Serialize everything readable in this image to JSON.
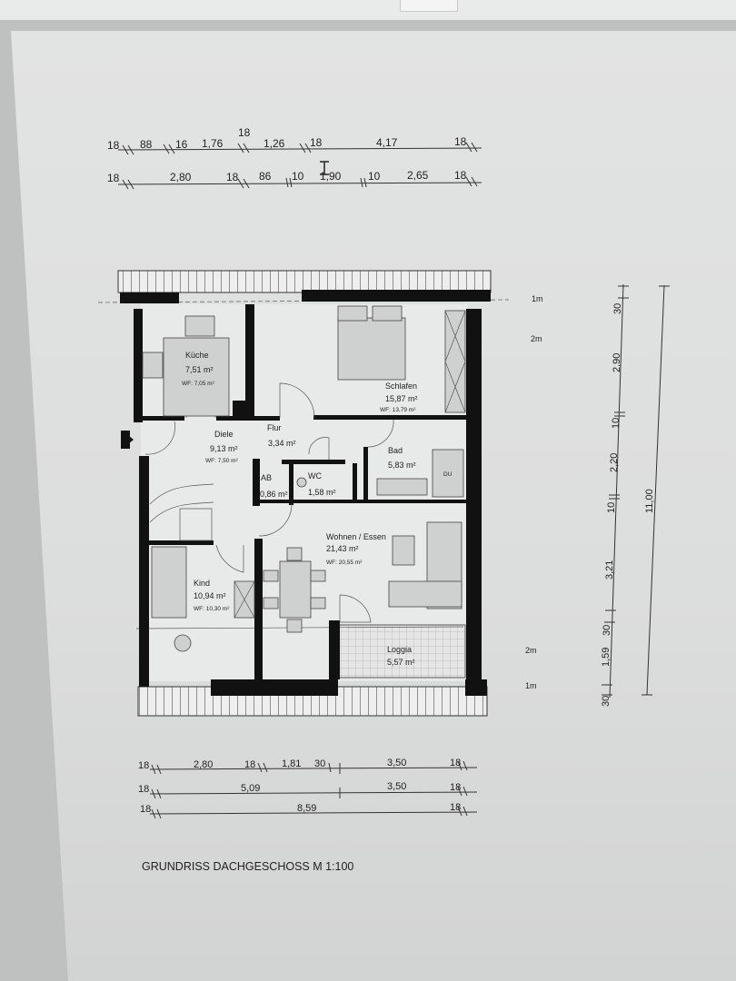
{
  "title": "GRUNDRISS DACHGESCHOSS M 1:100",
  "dimensions_top": {
    "row1": [
      "18",
      "88",
      "16",
      "1,76",
      "18",
      "1,26",
      "18",
      "4,17",
      "18"
    ],
    "row2": [
      "18",
      "2,80",
      "18",
      "86",
      "10",
      "1,90",
      "10",
      "2,65",
      "18"
    ]
  },
  "dimensions_bottom": {
    "row1": [
      "18",
      "2,80",
      "18",
      "1,81",
      "30",
      "3,50",
      "18"
    ],
    "row2": [
      "18",
      "5,09",
      "3,50",
      "18"
    ],
    "row3": [
      "18",
      "8,59",
      "18"
    ]
  },
  "dimensions_right": {
    "chain": [
      "30",
      "2,90",
      "10",
      "2,20",
      "10",
      "3,21",
      "30",
      "1,59",
      "30"
    ],
    "total": "11,00"
  },
  "height_markers": [
    "1m",
    "2m",
    "2m",
    "1m"
  ],
  "rooms": [
    {
      "name": "Küche",
      "area": "7,51 m²",
      "wf": "WF: 7,05 m²"
    },
    {
      "name": "Schlafen",
      "area": "15,87 m²",
      "wf": "WF: 13,79 m²"
    },
    {
      "name": "Diele",
      "area": "9,13 m²",
      "wf": "WF: 7,50 m²"
    },
    {
      "name": "Flur",
      "area": "3,34 m²"
    },
    {
      "name": "Bad",
      "area": "5,83 m²"
    },
    {
      "name": "DU"
    },
    {
      "name": "AB",
      "area": "0,86 m²"
    },
    {
      "name": "WC",
      "area": "1,58 m²"
    },
    {
      "name": "Wohnen / Essen",
      "area": "21,43 m²",
      "wf": "WF: 20,55 m²"
    },
    {
      "name": "Kind",
      "area": "10,94 m²",
      "wf": "WF: 10,30 m²"
    },
    {
      "name": "Loggia",
      "area": "5,57 m²"
    }
  ]
}
